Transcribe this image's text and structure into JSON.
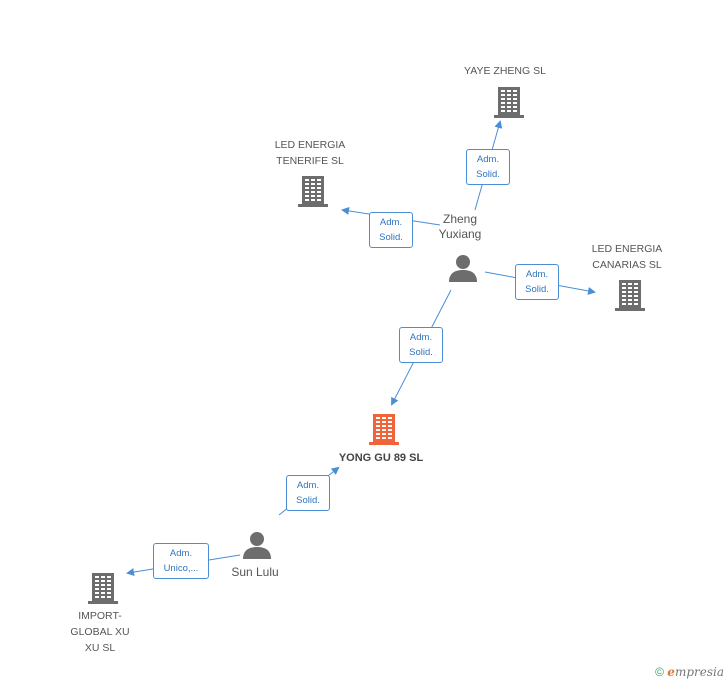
{
  "nodes": {
    "yaye": {
      "label": "YAYE ZHENG SL",
      "kind": "company"
    },
    "led_tenerife": {
      "label": "LED ENERGIA\nTENERIFE  SL",
      "kind": "company"
    },
    "zheng": {
      "label": "Zheng\nYuxiang",
      "kind": "person"
    },
    "led_canarias": {
      "label": "LED ENERGIA\nCANARIAS SL",
      "kind": "company"
    },
    "yonggu": {
      "label": "YONG GU 89 SL",
      "kind": "company-focus"
    },
    "sunlulu": {
      "label": "Sun Lulu",
      "kind": "person"
    },
    "import": {
      "label": "IMPORT-\nGLOBAL XU\nXU SL",
      "kind": "company"
    }
  },
  "edges": [
    {
      "id": "zheng-yaye",
      "label": "Adm.\nSolid."
    },
    {
      "id": "zheng-tenerife",
      "label": "Adm.\nSolid."
    },
    {
      "id": "zheng-canarias",
      "label": "Adm.\nSolid."
    },
    {
      "id": "zheng-yonggu",
      "label": "Adm.\nSolid."
    },
    {
      "id": "sunlulu-yonggu",
      "label": "Adm.\nSolid."
    },
    {
      "id": "sunlulu-import",
      "label": "Adm.\nUnico,..."
    }
  ],
  "colors": {
    "company": "#6d6d6d",
    "focus": "#f0643a",
    "person": "#6d6d6d",
    "edge": "#4a8fd6"
  },
  "footer": {
    "copyright": "©",
    "brand_e": "e",
    "brand_rest": "mpresia"
  }
}
